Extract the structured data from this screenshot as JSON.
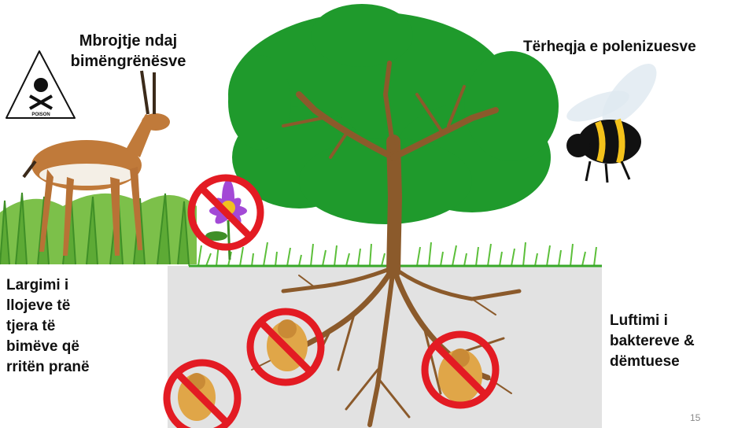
{
  "labels": {
    "defense": "Mbrojtje ndaj\nbimëngrënësve",
    "pollinators": "Tërheqja e polenizuesve",
    "removal": "Largimi i\nllojeve të\ntjera të\nbimëve që\nrritën pranë",
    "fight": "Luftimi i\nbaktereve &\ndëmtuese"
  },
  "poison_sign": "POISON",
  "page_number": "15",
  "colors": {
    "canopy": "#1f9a2c",
    "trunk": "#8b5a2b",
    "soil": "#e2e2e2",
    "grass": "#5cbf3a",
    "prohibit": "#e31b23"
  }
}
